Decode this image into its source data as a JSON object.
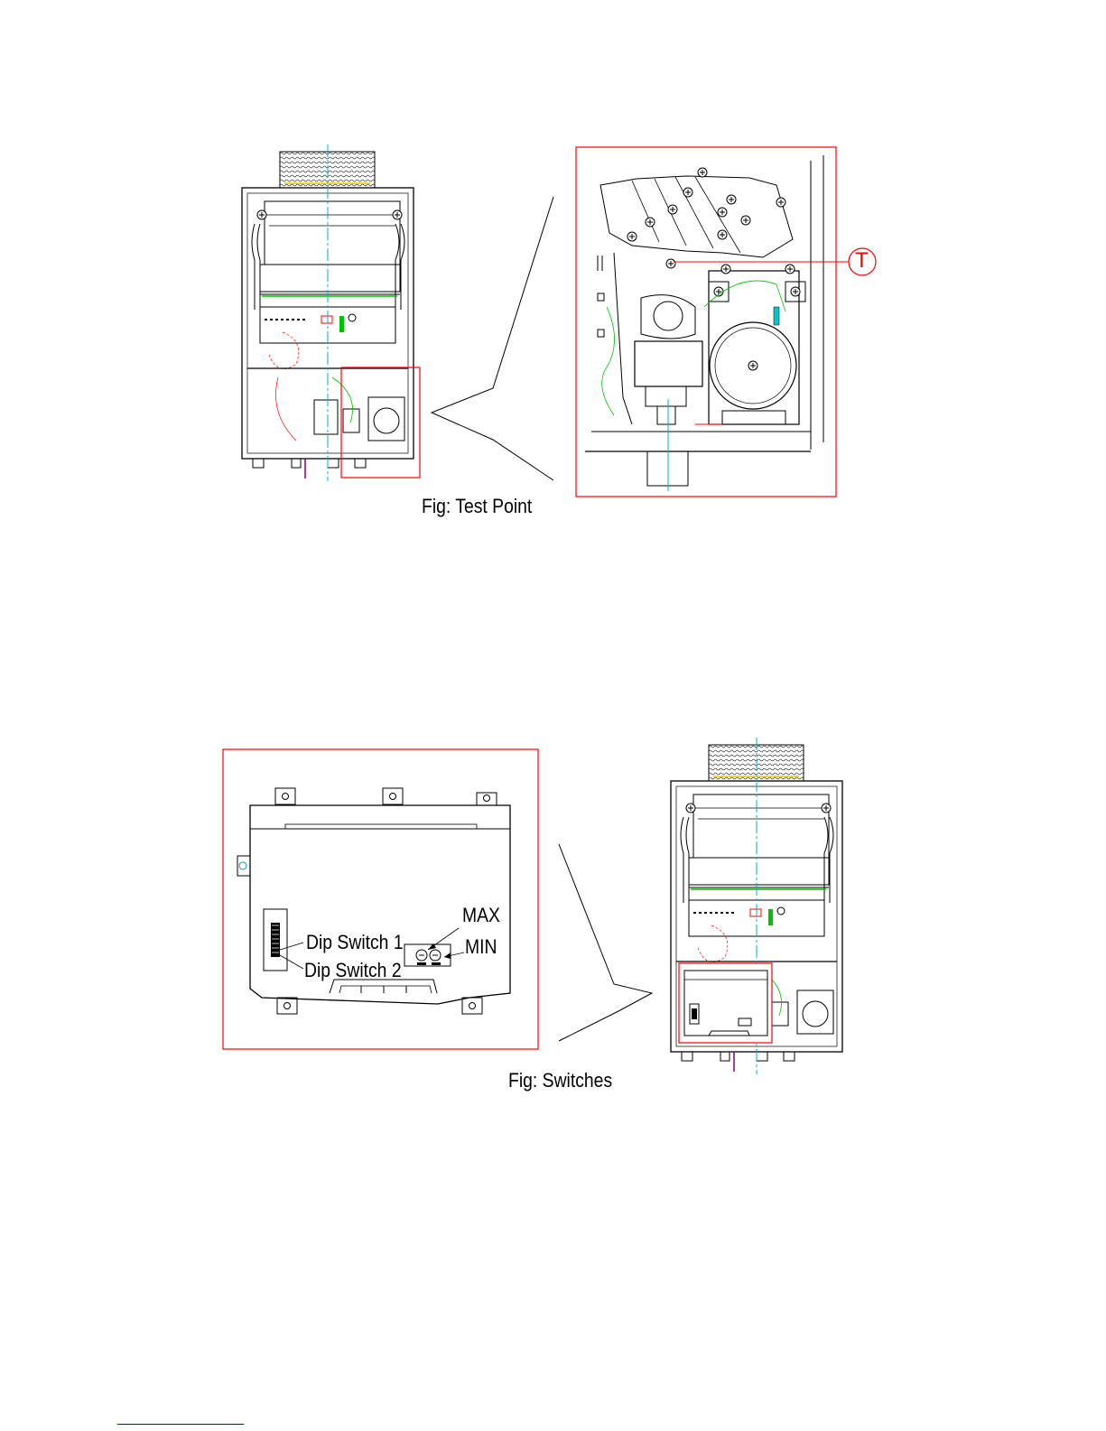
{
  "figures": {
    "test_point": {
      "caption": "Fig: Test Point",
      "callout_letter": "T"
    },
    "switches": {
      "caption": "Fig: Switches",
      "labels": {
        "max": "MAX",
        "min": "MIN",
        "dip1": "Dip Switch 1",
        "dip2": "Dip Switch 2"
      }
    }
  },
  "colors": {
    "line": "#000000",
    "highlight": "#ff0000",
    "accent_cyan": "#00b0c8",
    "wire_green": "#00c000",
    "link_blue": "#0000ff"
  }
}
